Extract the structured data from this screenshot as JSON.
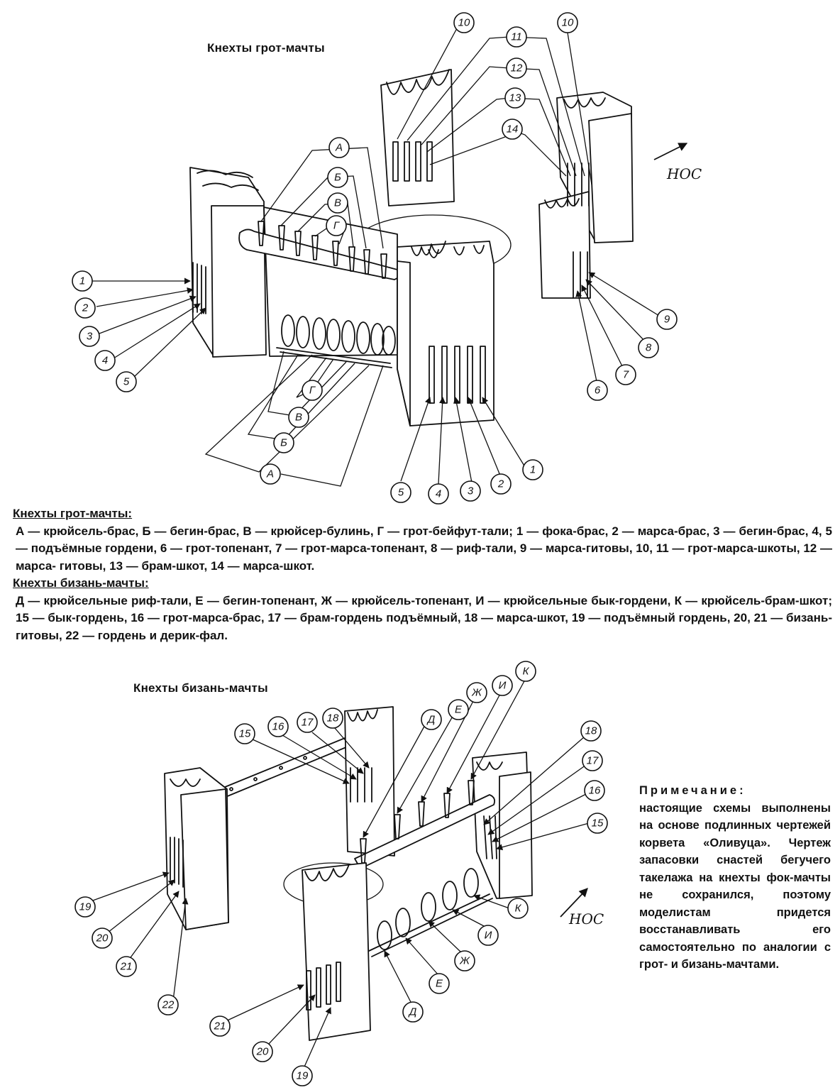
{
  "top_title": "Кнехты грот-мачты",
  "bottom_title": "Кнехты бизань-мачты",
  "direction_label": "НОС",
  "legend": {
    "main_header": "Кнехты грот-мачты:",
    "main_text": "А — крюйсель-брас, Б — бегин-брас, В — крюйсер-булинь, Г — грот-бейфут-тали; 1 — фока-брас, 2 — марса-брас, 3 — бегин-брас, 4, 5 — подъёмные гордени, 6 — грот-топенант, 7 — грот-марса-топенант, 8 — риф-тали, 9 — марса-гитовы, 10, 11 — грот-марса-шкоты, 12 — марса- гитовы, 13 — брам-шкот, 14 — марса-шкот.",
    "mizzen_header": "Кнехты бизань-мачты:",
    "mizzen_text": "Д — крюйсельные риф-тали, Е — бегин-топенант, Ж — крюйсель-топенант, И — крюйсельные бык-гордени, К — крюйсель-брам-шкот; 15 — бык-гордень, 16 — грот-марса-брас, 17 — брам-гордень подъёмный, 18 — марса-шкот, 19 — подъёмный гордень, 20, 21 — бизань-гитовы, 22 — гордень и дерик-фал."
  },
  "note": {
    "heading": "Примечание:",
    "text": "настоящие схемы выполнены на основе подлинных чертежей корвета «Оливуца». Чертеж запасовки снастей бегучего такелажа на кнехты фок-мачты не сохранился, поэтому моделистам придется восстанавливать его самостоятельно по аналогии с грот- и бизань-мачтами."
  },
  "top_callouts": {
    "letters": [
      "А",
      "Б",
      "В",
      "Г",
      "Г",
      "В",
      "Б",
      "А"
    ],
    "numbers": [
      "1",
      "2",
      "3",
      "4",
      "5",
      "6",
      "7",
      "8",
      "9",
      "10",
      "11",
      "12",
      "13",
      "14",
      "10",
      "5",
      "4",
      "3",
      "2",
      "1"
    ]
  },
  "bottom_callouts": {
    "letters": [
      "Д",
      "Е",
      "Ж",
      "И",
      "К",
      "Д",
      "Е",
      "Ж",
      "И",
      "К"
    ],
    "numbers": [
      "15",
      "16",
      "17",
      "18",
      "18",
      "17",
      "16",
      "15",
      "19",
      "20",
      "21",
      "22",
      "21",
      "20",
      "19"
    ]
  }
}
